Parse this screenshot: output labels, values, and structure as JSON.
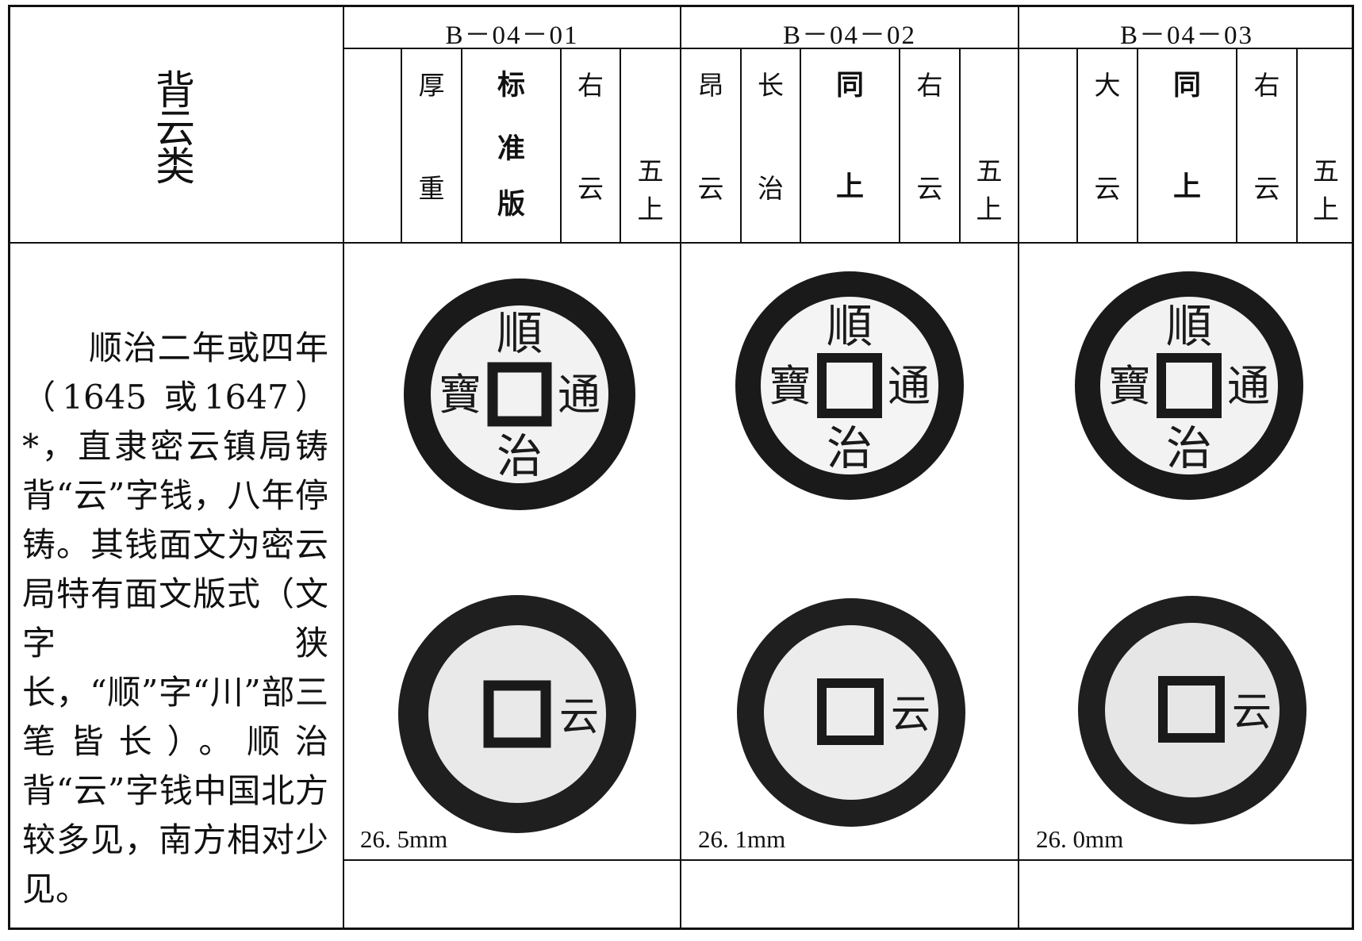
{
  "category": {
    "c1": "背",
    "c2": "云",
    "c3": "类"
  },
  "description": "顺治二年或四年（1645 或1647）*，直隶密云镇局铸背“云”字钱，八年停铸。其钱面文为密云局特有面文版式（文字狭长，“顺”字“川”部三笔皆长）。顺治背“云”字钱中国北方较多见，南方相对少见。",
  "coins": [
    {
      "code": "B－04－01",
      "size": "26. 5mm",
      "obverse": {
        "top": "順",
        "bottom": "治",
        "right": "通",
        "left": "寶"
      },
      "reverse": {
        "right": "云"
      },
      "attrs": [
        {
          "top": "",
          "bottom": ""
        },
        {
          "top": "厚",
          "bottom": "重"
        },
        {
          "top": "标",
          "middle": "准",
          "bottom": "版"
        },
        {
          "top": "右",
          "bottom": "云"
        },
        {
          "top": "",
          "middle": "五",
          "bottom": "上"
        }
      ]
    },
    {
      "code": "B－04－02",
      "size": "26. 1mm",
      "obverse": {
        "top": "順",
        "bottom": "治",
        "right": "通",
        "left": "寶"
      },
      "reverse": {
        "right": "云"
      },
      "attrs": [
        {
          "top": "昂",
          "bottom": "云"
        },
        {
          "top": "长",
          "bottom": "治"
        },
        {
          "top": "同",
          "bottom": "上"
        },
        {
          "top": "右",
          "bottom": "云"
        },
        {
          "top": "",
          "middle": "五",
          "bottom": "上"
        }
      ]
    },
    {
      "code": "B－04－03",
      "size": "26. 0mm",
      "obverse": {
        "top": "順",
        "bottom": "治",
        "right": "通",
        "left": "寶"
      },
      "reverse": {
        "right": "云"
      },
      "attrs": [
        {
          "top": "",
          "bottom": ""
        },
        {
          "top": "大",
          "bottom": "云"
        },
        {
          "top": "同",
          "bottom": "上"
        },
        {
          "top": "右",
          "bottom": "云"
        },
        {
          "top": "",
          "middle": "五",
          "bottom": "上"
        }
      ]
    }
  ]
}
